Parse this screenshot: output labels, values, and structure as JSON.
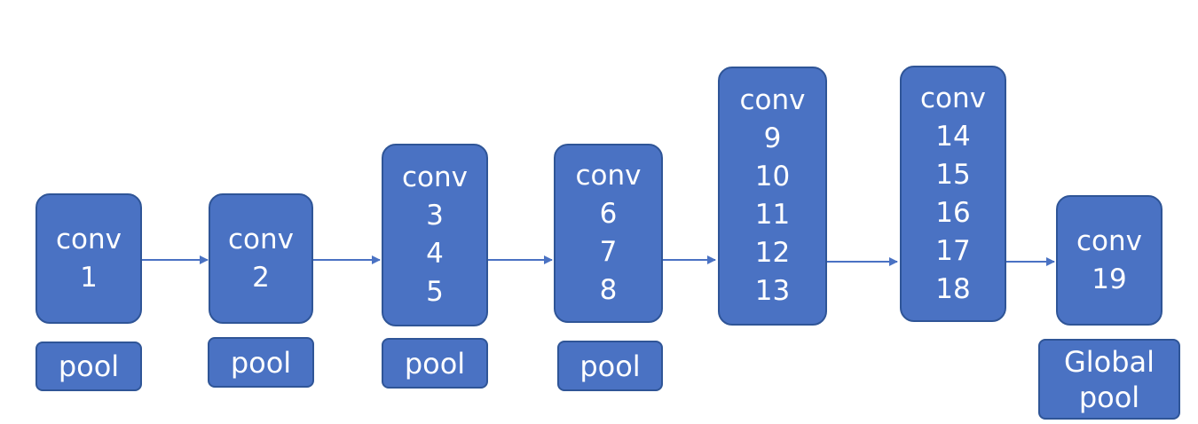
{
  "diagram": {
    "nodes": [
      {
        "id": "conv-1",
        "lines": [
          "conv",
          "1"
        ]
      },
      {
        "id": "conv-2",
        "lines": [
          "conv",
          "2"
        ]
      },
      {
        "id": "conv-3-5",
        "lines": [
          "conv",
          "3",
          "4",
          "5"
        ]
      },
      {
        "id": "conv-6-8",
        "lines": [
          "conv",
          "6",
          "7",
          "8"
        ]
      },
      {
        "id": "conv-9-13",
        "lines": [
          "conv",
          "9",
          "10",
          "11",
          "12",
          "13"
        ]
      },
      {
        "id": "conv-14-18",
        "lines": [
          "conv",
          "14",
          "15",
          "16",
          "17",
          "18"
        ]
      },
      {
        "id": "conv-19",
        "lines": [
          "conv",
          "19"
        ]
      }
    ],
    "pools": [
      {
        "id": "pool-1",
        "lines": [
          "pool"
        ]
      },
      {
        "id": "pool-2",
        "lines": [
          "pool"
        ]
      },
      {
        "id": "pool-3",
        "lines": [
          "pool"
        ]
      },
      {
        "id": "pool-4",
        "lines": [
          "pool"
        ]
      },
      {
        "id": "global-pool",
        "lines": [
          "Global",
          "pool"
        ]
      }
    ],
    "edges": [
      {
        "from": "conv-1",
        "to": "conv-2"
      },
      {
        "from": "conv-2",
        "to": "conv-3-5"
      },
      {
        "from": "conv-3-5",
        "to": "conv-6-8"
      },
      {
        "from": "conv-6-8",
        "to": "conv-9-13"
      },
      {
        "from": "conv-9-13",
        "to": "conv-14-18"
      },
      {
        "from": "conv-14-18",
        "to": "conv-19"
      }
    ],
    "colors": {
      "box_fill": "#4a72c3",
      "box_border": "#2f5597",
      "text": "#ffffff",
      "arrow": "#4a72c3"
    }
  }
}
